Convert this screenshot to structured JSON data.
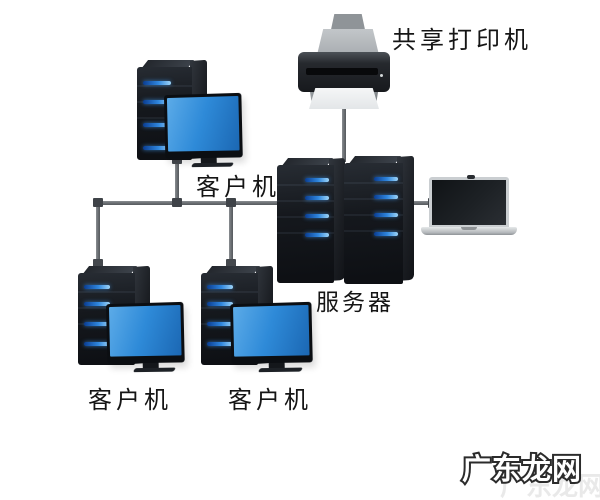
{
  "diagram": {
    "type": "network-topology",
    "nodes": {
      "printer": {
        "icon": "printer-icon",
        "label": "共享打印机"
      },
      "client_top": {
        "icon": "desktop-pc-icon",
        "label": "客户机"
      },
      "server": {
        "icon": "server-towers-icon",
        "label": "服务器"
      },
      "laptop": {
        "icon": "laptop-icon"
      },
      "client_bottom_left": {
        "icon": "desktop-pc-icon",
        "label": "客户机"
      },
      "client_bottom_middle": {
        "icon": "desktop-pc-icon",
        "label": "客户机"
      }
    },
    "connections": [
      {
        "from": "client_top",
        "to": "bus"
      },
      {
        "from": "client_bottom_left",
        "to": "bus"
      },
      {
        "from": "client_bottom_middle",
        "to": "bus"
      },
      {
        "from": "bus",
        "to": "server"
      },
      {
        "from": "printer",
        "to": "server"
      },
      {
        "from": "server",
        "to": "laptop"
      }
    ],
    "colors": {
      "screen_blue": "#2e8ad8",
      "led_blue": "#2f86dd",
      "wire_gray": "#6e7276",
      "label_color": "#151515"
    }
  },
  "watermark": {
    "text": "广东龙网"
  }
}
